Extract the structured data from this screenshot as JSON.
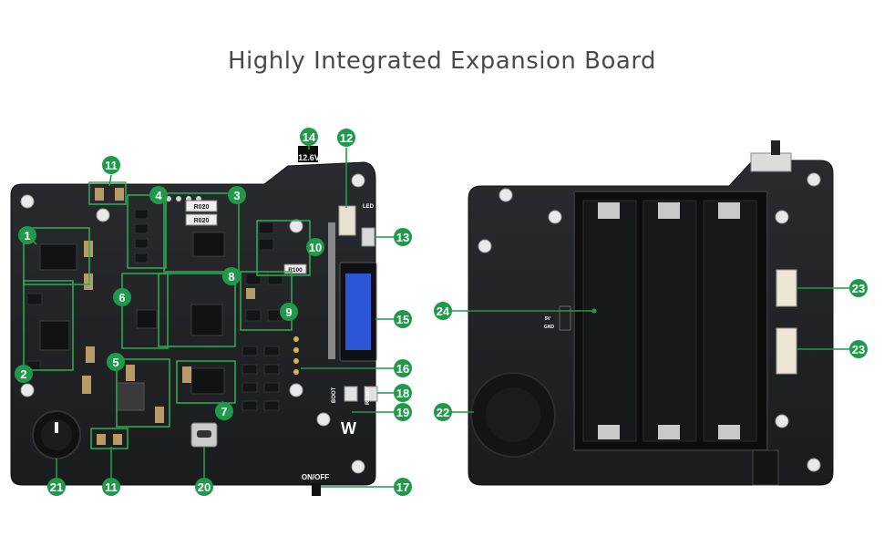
{
  "title": "Highly Integrated Expansion Board",
  "silkscreen": {
    "voltage": "12.6V",
    "on_off": "ON/OFF",
    "boot": "BOOT",
    "reset": "RESET",
    "resistor_a": "R020",
    "resistor_b": "R020",
    "resistor_c": "R100",
    "pin_5v": "5V",
    "pin_gnd": "GND",
    "logo": "W",
    "led": "LED"
  },
  "callouts": {
    "c1": "1",
    "c2": "2",
    "c3": "3",
    "c4": "4",
    "c5": "5",
    "c6": "6",
    "c7": "7",
    "c8": "8",
    "c9": "9",
    "c10": "10",
    "c11a": "11",
    "c11b": "11",
    "c12": "12",
    "c13": "13",
    "c14": "14",
    "c15": "15",
    "c16": "16",
    "c17": "17",
    "c18": "18",
    "c19": "19",
    "c20": "20",
    "c21": "21",
    "c22": "22",
    "c23a": "23",
    "c23b": "23",
    "c24": "24"
  },
  "colors": {
    "pcb": "#1e1f21",
    "callout": "#1f9a4a",
    "highlight": "#2bb055",
    "oled": "#2d56d6"
  }
}
